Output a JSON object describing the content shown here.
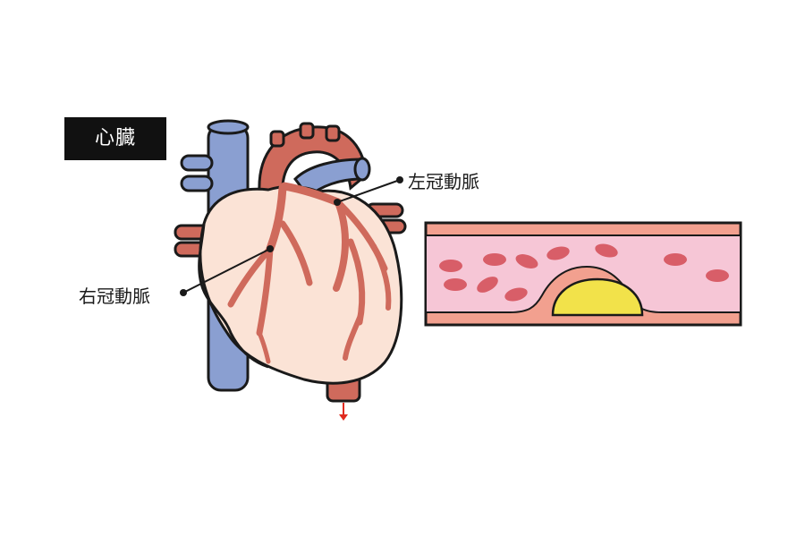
{
  "title": "心臓",
  "labels": {
    "left_coronary_artery": "左冠動脈",
    "right_coronary_artery": "右冠動脈"
  },
  "colors": {
    "vein_blue": "#8a9fd1",
    "artery_red": "#cf6a5c",
    "heart_skin": "#fbe3d6",
    "vessel_wall": "#f2a08f",
    "blood_plasma": "#f6c6d6",
    "plaque_yellow": "#f2e24a",
    "flow_arrow": "#e02b1f",
    "outline": "#1a1a1a"
  }
}
